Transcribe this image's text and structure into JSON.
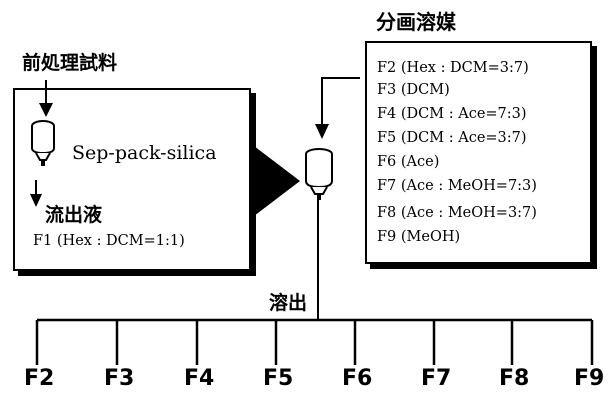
{
  "pretreatment_sample": "前処理試料",
  "cartridge_label": "Sep-pack-silica",
  "effluent_label": "流出液",
  "f1_label": "F1 (Hex : DCM=1:1)",
  "fractionation_title": "分画溶媒",
  "eluents": [
    "F2 (Hex : DCM=3:7)",
    "F3 (DCM)",
    "F4 (DCM : Ace=7:3)",
    "F5 (DCM : Ace=3:7)",
    "F6 (Ace)",
    "F7 (Ace : MeOH=7:3)",
    "F8 (Ace : MeOH=3:7)",
    "F9 (MeOH)"
  ],
  "elution_label": "溶出",
  "fractions": [
    "F2",
    "F3",
    "F4",
    "F5",
    "F6",
    "F7",
    "F8",
    "F9"
  ]
}
